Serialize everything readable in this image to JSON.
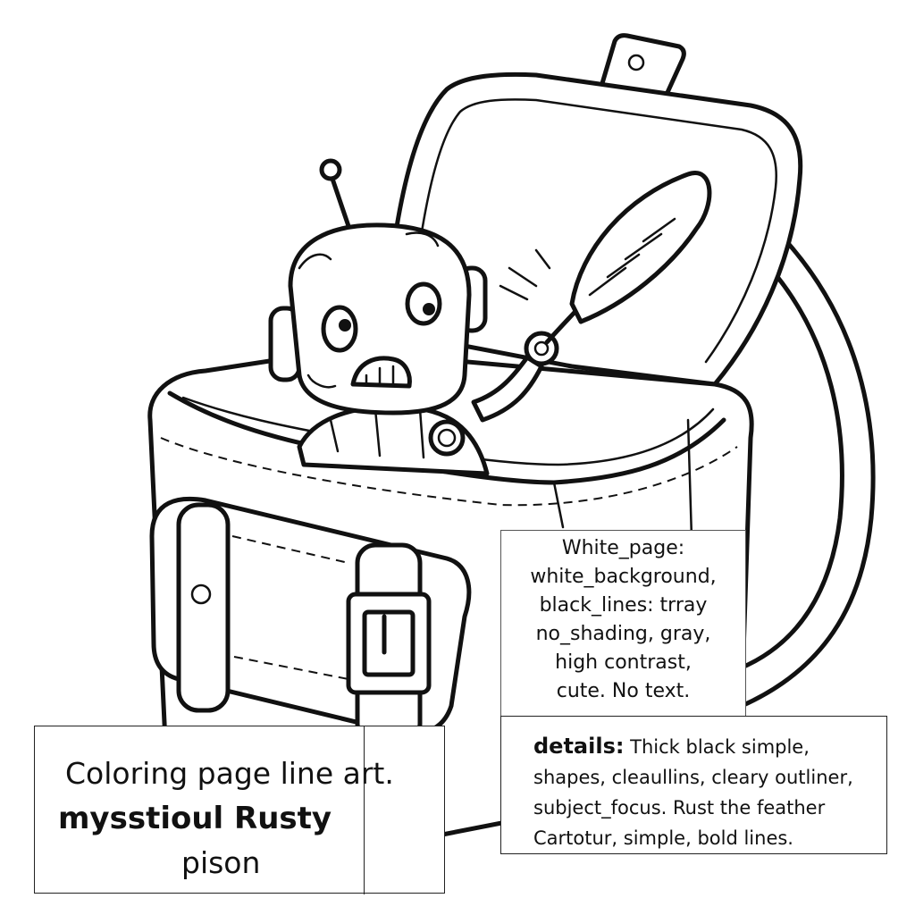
{
  "illustration": {
    "subject": "robot-in-satchel-holding-feather",
    "style": "black-line-art"
  },
  "notes": {
    "box_top_right": {
      "lines": [
        "White_page:",
        "white_background,",
        "black_lines: trray",
        "no_shading, gray,",
        "high contrast,",
        "cute. No text."
      ]
    },
    "box_bottom_right": {
      "key": "details:",
      "line1_rest": " Thick black simple,",
      "line2": "shapes, cleaullins, cleary outliner,",
      "line3_key": "subject_focus.",
      "line3_rest": " Rust the feather",
      "line4": "Cartotur, simple, bold lines."
    },
    "caption": {
      "line1": "Coloring page line art.",
      "line2": "mysstioul Rusty",
      "line3": "pison"
    }
  },
  "colors": {
    "line": "#111111",
    "background": "#ffffff"
  }
}
